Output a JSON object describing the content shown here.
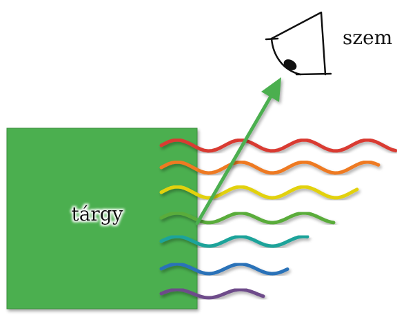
{
  "labels": {
    "object": "tárgy",
    "eye": "szem"
  },
  "colors": {
    "object_fill": "#4caf50",
    "object_stroke": "#3a8f3e",
    "arrow": "#4caf50",
    "eye_stroke": "#111111",
    "label_text": "#111111",
    "wave_red": "#d93a33",
    "wave_orange": "#ee7a22",
    "wave_yellow": "#e2d10f",
    "wave_green": "#5aac3a",
    "wave_teal": "#1ea39a",
    "wave_blue": "#2a72b8",
    "wave_purple": "#6e4c8a"
  },
  "waves": [
    {
      "name": "red",
      "color_key": "wave_red"
    },
    {
      "name": "orange",
      "color_key": "wave_orange"
    },
    {
      "name": "yellow",
      "color_key": "wave_yellow"
    },
    {
      "name": "green",
      "color_key": "wave_green"
    },
    {
      "name": "teal",
      "color_key": "wave_teal"
    },
    {
      "name": "blue",
      "color_key": "wave_blue"
    },
    {
      "name": "purple",
      "color_key": "wave_purple"
    }
  ]
}
